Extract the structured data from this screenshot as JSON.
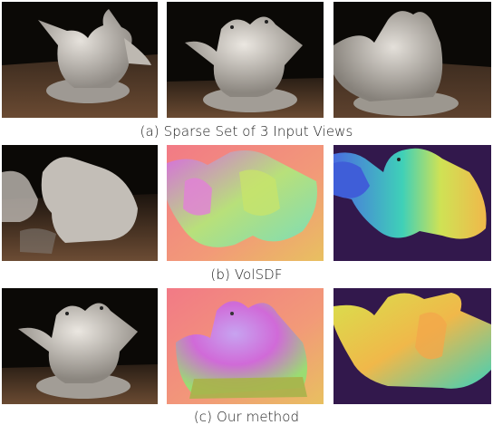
{
  "figure": {
    "rows": [
      {
        "caption": "(a) Sparse Set of 3 Input Views",
        "panels": [
          "input-view-1",
          "input-view-2",
          "input-view-3"
        ]
      },
      {
        "caption": "(b) VolSDF",
        "panels": [
          "volsdf-rgb-render",
          "volsdf-normal-map",
          "volsdf-depth-map"
        ]
      },
      {
        "caption": "(c) Our method",
        "panels": [
          "ours-rgb-render",
          "ours-normal-map",
          "ours-depth-map"
        ]
      }
    ]
  },
  "colors": {
    "background_dark": "#0b0906",
    "table_brown": "#5a3f2c",
    "statue_white": "#cfcac2",
    "depth_purple": "#32184c",
    "normal_salmon": "#f08c82"
  }
}
